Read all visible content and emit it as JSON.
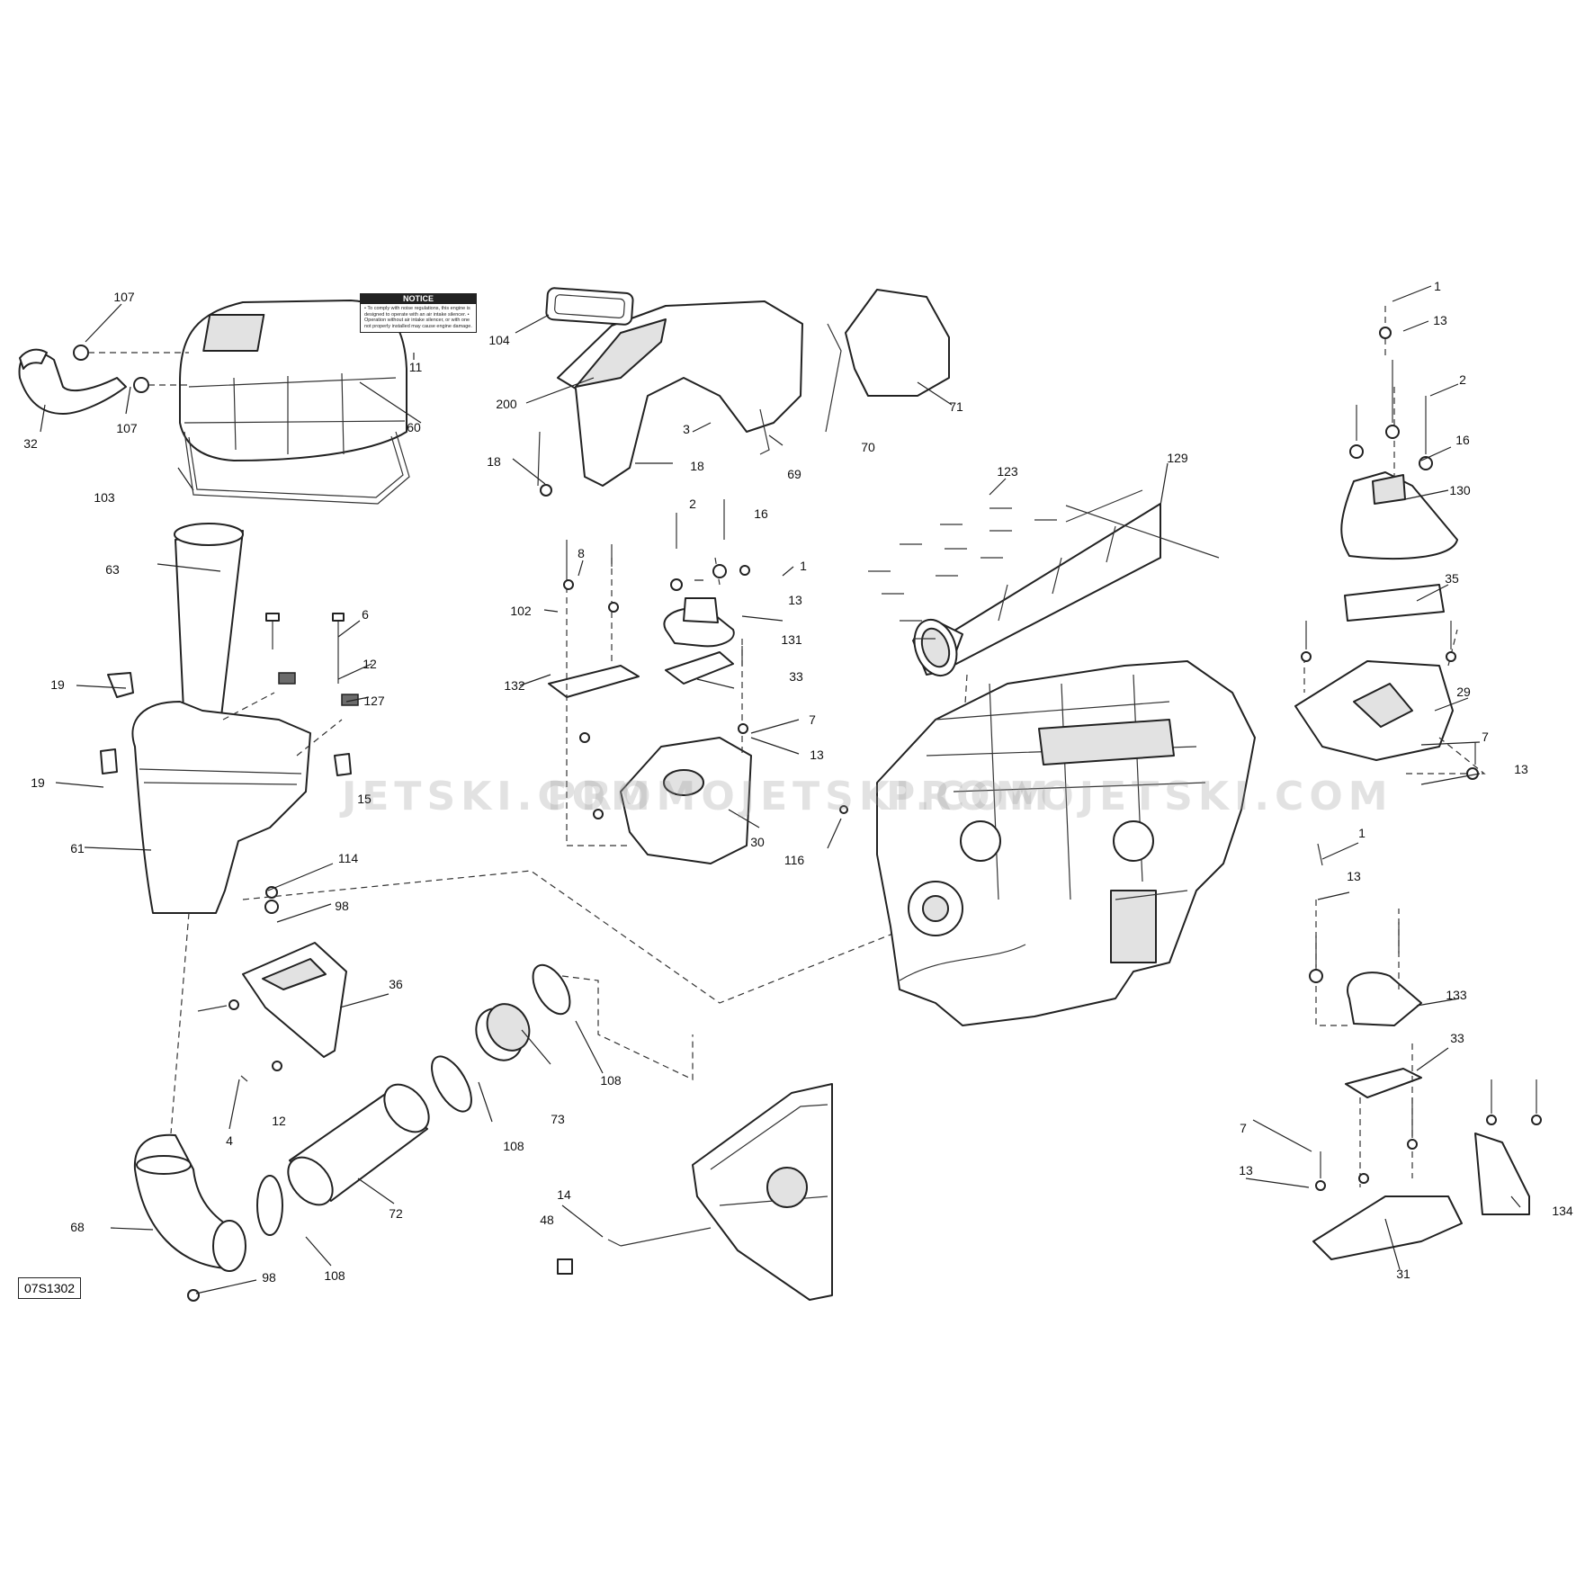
{
  "diagram": {
    "code": "07S1302",
    "notice_label": {
      "heading": "NOTICE",
      "text": "• To comply with noise regulations, this engine is designed to operate with an air intake silencer. • Operation without air intake silencer, or with one not properly installed may cause engine damage."
    },
    "watermarks": [
      "JETSKI.COM",
      "PROMOJETSKI.COM",
      "PROMOJETSKI.COM"
    ],
    "callouts": [
      "107",
      "107",
      "32",
      "60",
      "11",
      "103",
      "104",
      "200",
      "18",
      "18",
      "3",
      "69",
      "70",
      "71",
      "63",
      "6",
      "12",
      "127",
      "19",
      "19",
      "15",
      "61",
      "114",
      "98",
      "36",
      "4",
      "12",
      "68",
      "98",
      "72",
      "108",
      "108",
      "73",
      "108",
      "8",
      "102",
      "2",
      "16",
      "1",
      "13",
      "131",
      "33",
      "132",
      "7",
      "13",
      "30",
      "116",
      "14",
      "48",
      "123",
      "129",
      "1",
      "13",
      "2",
      "16",
      "130",
      "35",
      "29",
      "7",
      "13",
      "1",
      "13",
      "133",
      "33",
      "7",
      "13",
      "31",
      "134"
    ]
  }
}
